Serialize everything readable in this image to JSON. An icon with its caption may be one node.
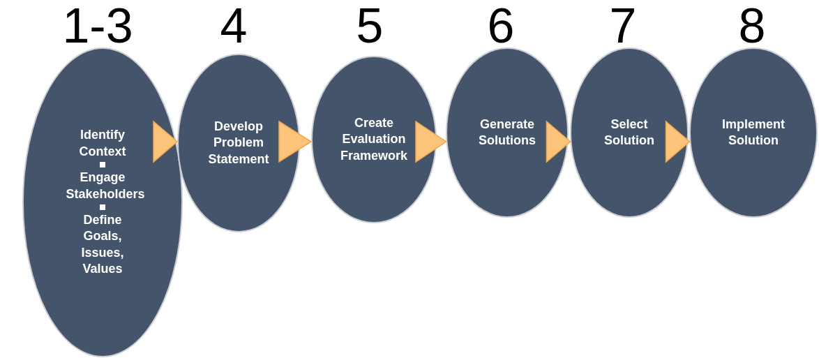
{
  "diagram": {
    "nodes": [
      {
        "text": [
          "Identify Context",
          "Engage Stakeholders",
          "Define Goals, Issues, Values"
        ],
        "beside": [
          "1-3"
        ]
      },
      {
        "text": [
          "Develop Problem Statement"
        ],
        "beside": [
          "4"
        ]
      },
      {
        "text": [
          "Create Evaluation Framework"
        ],
        "beside": [
          "5"
        ]
      },
      {
        "text": [
          "Generate Solutions"
        ],
        "beside": [
          "6"
        ]
      },
      {
        "text": [
          "Select Solution"
        ],
        "beside": [
          "7"
        ]
      },
      {
        "text": [
          "Implement Solution"
        ],
        "beside": [
          "8"
        ]
      }
    ],
    "edges": [
      {
        "from": 0,
        "to": 1,
        "arrow": "to"
      },
      {
        "from": 1,
        "to": 2,
        "arrow": "to"
      },
      {
        "from": 2,
        "to": 3,
        "arrow": "to"
      },
      {
        "from": 3,
        "to": 4,
        "arrow": "to"
      },
      {
        "from": 4,
        "to": 5,
        "arrow": "to"
      }
    ]
  }
}
